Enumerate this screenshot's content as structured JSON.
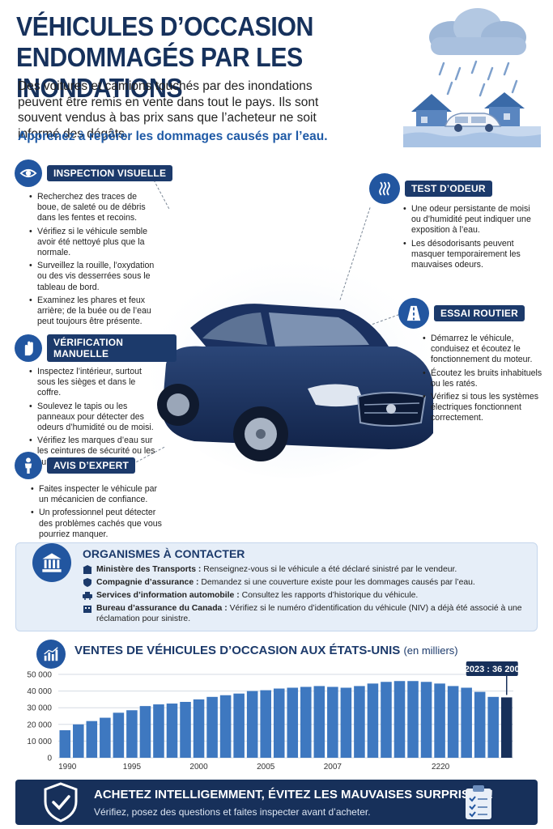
{
  "header": {
    "title_line1": "VÉHICULES D’OCCASION",
    "title_line2": "ENDOMMAGÉS PAR LES INONDATIONS",
    "intro": "Des voitures et camions touchés par des inondations peuvent être remis en vente dans tout le pays. Ils sont souvent vendus à bas prix sans que l’acheteur ne soit informé des dégâts.",
    "tagline": "Apprenez à repérer les dommages causés par l’eau."
  },
  "sections": {
    "inspection": {
      "label": "INSPECTION VISUELLE",
      "icon": "eye-icon",
      "items": [
        "Recherchez des traces de boue, de saleté ou de débris dans les fentes et recoins.",
        "Vérifiez si le véhicule semble avoir été nettoyé plus que la normale.",
        "Surveillez la rouille, l’oxydation ou des vis desserrées sous le tableau de bord.",
        "Examinez les phares et feux arrière; de la buée ou de l’eau peut toujours être présente."
      ]
    },
    "manual": {
      "label": "VÉRIFICATION MANUELLE",
      "icon": "hand-icon",
      "items": [
        "Inspectez l’intérieur, surtout sous les sièges et dans le coffre.",
        "Soulevez le tapis ou les panneaux pour détecter des odeurs d’humidité ou de moisi.",
        "Vérifiez les marques d’eau sur les ceintures de sécurité ou les surfaces intérieures."
      ]
    },
    "expert": {
      "label": "AVIS D’EXPERT",
      "icon": "person-icon",
      "items": [
        "Faites inspecter le véhicule par un mécanicien de confiance.",
        "Un professionnel peut détecter des problèmes cachés que vous pourriez manquer."
      ]
    },
    "odor": {
      "label": "TEST D’ODEUR",
      "icon": "odor-waves-icon",
      "items": [
        "Une odeur persistante de moisi ou d’humidité peut indiquer une exposition à l’eau.",
        "Les désodorisants peuvent masquer temporairement les mauvaises odeurs."
      ]
    },
    "road": {
      "label": "ESSAI ROUTIER",
      "icon": "road-icon",
      "items": [
        "Démarrez le véhicule, conduisez et écoutez le fonctionnement du moteur.",
        "Écoutez les bruits inhabituels ou les ratés.",
        "Vérifiez si tous les systèmes électriques fonctionnent correctement."
      ]
    }
  },
  "contacts": {
    "title": "ORGANISMES À CONTACTER",
    "items": [
      {
        "name": "Ministère des Transports :",
        "text": "Renseignez-vous si le véhicule a été déclaré sinistré par le vendeur."
      },
      {
        "name": "Compagnie d’assurance :",
        "text": "Demandez si une couverture existe pour les dommages causés par l’eau."
      },
      {
        "name": "Services d’information automobile :",
        "text": "Consultez les rapports d’historique du véhicule."
      },
      {
        "name": "Bureau d’assurance du Canada :",
        "text": "Vérifiez si le numéro d’identification du véhicule (NIV) a déjà été associé à une réclamation pour sinistre."
      }
    ]
  },
  "chart_data": {
    "type": "bar",
    "title": "VENTES DE VÉHICULES D’OCCASION AUX ÉTATS-UNIS",
    "title_unit": "(en milliers)",
    "x": [
      1990,
      1991,
      1992,
      1993,
      1994,
      1995,
      1996,
      1997,
      1998,
      1999,
      2000,
      2001,
      2002,
      2003,
      2004,
      2005,
      2006,
      2007,
      2008,
      2009,
      2010,
      2011,
      2012,
      2013,
      2014,
      2015,
      2016,
      2017,
      2018,
      2019,
      2020,
      2021,
      2022,
      2023
    ],
    "values": [
      16500,
      20000,
      22000,
      24000,
      27000,
      28500,
      31000,
      32000,
      32500,
      33500,
      35000,
      36500,
      37500,
      38500,
      40000,
      40500,
      41500,
      42000,
      42500,
      43000,
      42500,
      42000,
      43000,
      44500,
      45500,
      46000,
      46000,
      45500,
      44500,
      43000,
      42000,
      39500,
      36500,
      36200
    ],
    "highlight_index": 33,
    "highlight_label": "2023 : 36 200",
    "y_ticks": [
      "50 000",
      "40 000",
      "30 000",
      "20 000",
      "10 000",
      "0"
    ],
    "ylim": [
      0,
      50000
    ],
    "x_tick_labels": [
      "1990",
      "1995",
      "2000",
      "2005",
      "2007",
      "2220"
    ],
    "colors": {
      "bar": "#3e78c0",
      "highlight": "#17305a",
      "grid": "#d5dbe3"
    }
  },
  "footer": {
    "title": "ACHETEZ INTELLIGEMMENT, ÉVITEZ LES MAUVAISES SURPRISES !",
    "subtitle": "Vérifiez, posez des questions et faites inspecter avant d’acheter."
  }
}
